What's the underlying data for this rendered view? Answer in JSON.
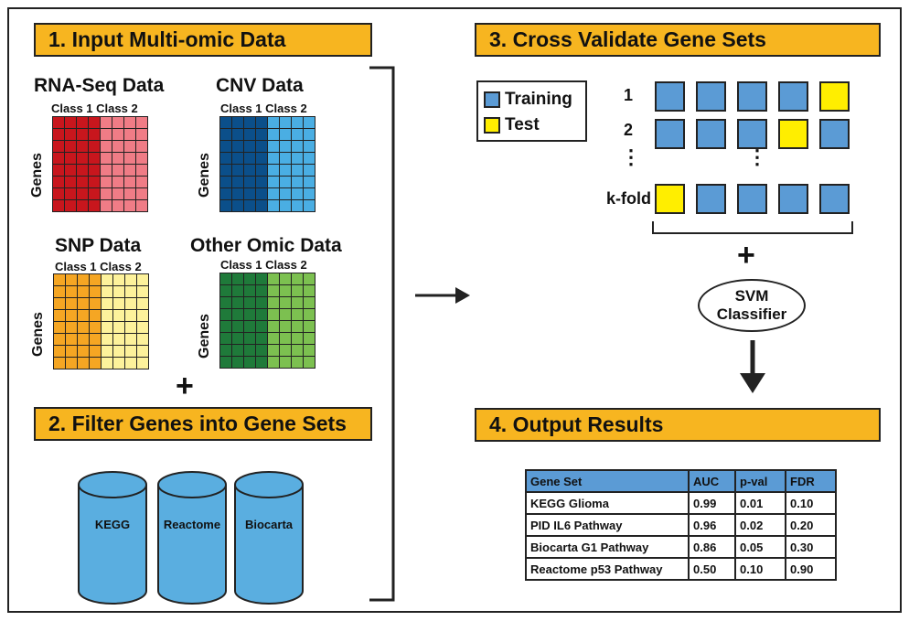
{
  "step1": {
    "title": "1. Input Multi-omic Data"
  },
  "step2": {
    "title": "2. Filter Genes into Gene Sets"
  },
  "step3": {
    "title": "3. Cross Validate Gene Sets"
  },
  "step4": {
    "title": "4. Output Results"
  },
  "datasets": [
    {
      "title": "RNA-Seq Data",
      "class_labels": "Class 1 Class 2",
      "axis_label": "Genes",
      "class1_color": "#c8161d",
      "class2_color": "#f07c86"
    },
    {
      "title": "CNV Data",
      "class_labels": "Class 1 Class 2",
      "axis_label": "Genes",
      "class1_color": "#0b4f8a",
      "class2_color": "#4aaee3"
    },
    {
      "title": "SNP Data",
      "class_labels": "Class 1 Class 2",
      "axis_label": "Genes",
      "class1_color": "#f5a623",
      "class2_color": "#fdf29b"
    },
    {
      "title": "Other Omic Data",
      "class_labels": "Class 1 Class 2",
      "axis_label": "Genes",
      "class1_color": "#1f7a3a",
      "class2_color": "#7cc050"
    }
  ],
  "plus_sign": "+",
  "gene_set_databases": [
    "KEGG",
    "Reactome",
    "Biocarta"
  ],
  "database_color": "#5aaee0",
  "legend": {
    "training": "Training",
    "test": "Test",
    "training_color": "#5b9bd5",
    "test_color": "#ffee00"
  },
  "folds": [
    {
      "label": "1",
      "test_index": 4
    },
    {
      "label": "2",
      "test_index": 3
    },
    {
      "label": "k-fold",
      "test_index": 0
    }
  ],
  "ellipsis": "⋮",
  "classifier": {
    "line1": "SVM",
    "line2": "Classifier"
  },
  "results": {
    "columns": [
      "Gene Set",
      "AUC",
      "p-val",
      "FDR"
    ],
    "rows": [
      [
        "KEGG Glioma",
        "0.99",
        "0.01",
        "0.10"
      ],
      [
        "PID IL6 Pathway",
        "0.96",
        "0.02",
        "0.20"
      ],
      [
        "Biocarta G1 Pathway",
        "0.86",
        "0.05",
        "0.30"
      ],
      [
        "Reactome p53 Pathway",
        "0.50",
        "0.10",
        "0.90"
      ]
    ]
  }
}
